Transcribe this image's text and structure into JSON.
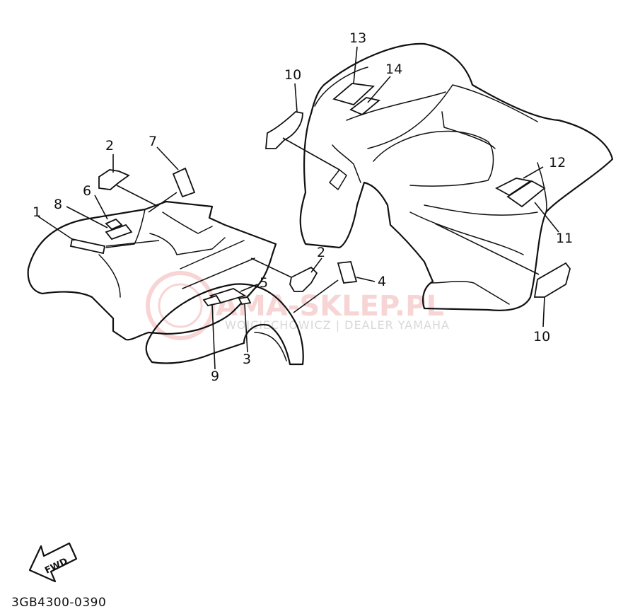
{
  "diagram_code": "3GB4300-0390",
  "fwd_label": "FWD",
  "watermark": {
    "brand": "AMA-SKLEP.PL",
    "tagline": "WOJCIECHOWICZ | DEALER YAMAHA"
  },
  "callouts": {
    "c1": "1",
    "c2a": "2",
    "c2b": "2",
    "c3": "3",
    "c4": "4",
    "c5": "5",
    "c6": "6",
    "c7": "7",
    "c8": "8",
    "c9": "9",
    "c10a": "10",
    "c10b": "10",
    "c11": "11",
    "c12": "12",
    "c13": "13",
    "c14": "14"
  }
}
